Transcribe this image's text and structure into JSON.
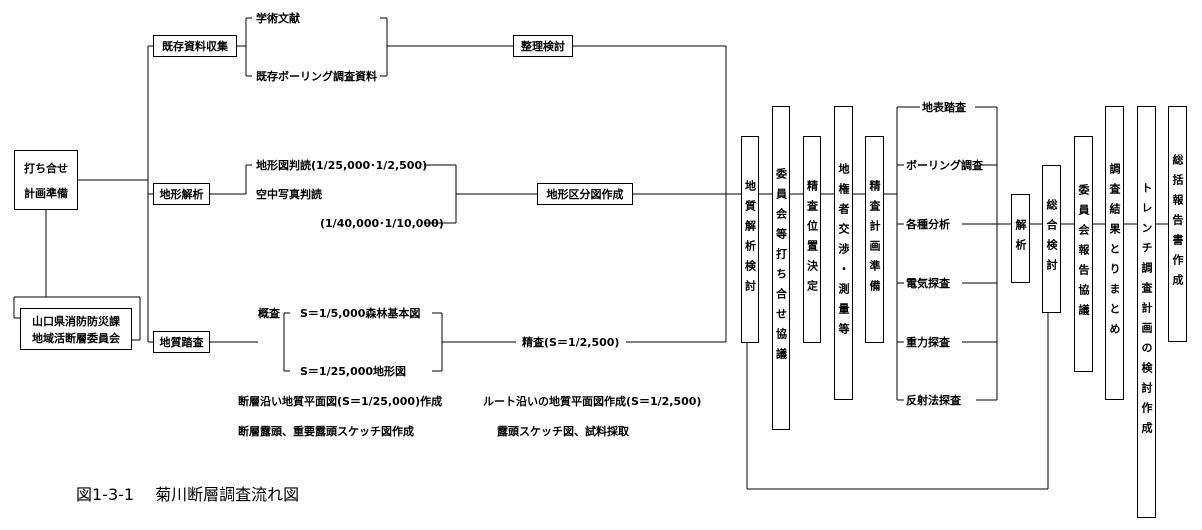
{
  "left": {
    "uchiawase": [
      "打ち合せ",
      "計画準備"
    ],
    "committee": [
      "山口県消防防災課",
      "地域活断層委員会"
    ]
  },
  "branches": {
    "kizon": "既存資料収集",
    "chikei": "地形解析",
    "chishitsu": "地質踏査"
  },
  "kizon_items": [
    "学術文献",
    "既存ボーリング調査資料"
  ],
  "seiri": "整理検討",
  "chikei_items": {
    "map": "地形図判読(1/25,000･1/2,500)",
    "photo": "空中写真判読",
    "photo_scale": "(1/40,000･1/10,000)"
  },
  "chikei_box": "地形区分図作成",
  "chishitsu_items": {
    "gaisa": "概査",
    "gaisa_1": "S＝1/5,000森林基本図",
    "gaisa_2": "S＝1/25,000地形図",
    "seisa": "精査(S＝1/2,500)",
    "note_left_1": "断層沿い地質平面図(S＝1/25,000)作成",
    "note_left_2": "断層露頭、重要露頭スケッチ図作成",
    "note_right_1": "ルート沿いの地質平面図作成(S＝1/2,500)",
    "note_right_2": "露頭スケッチ図、試料採取"
  },
  "vertical_steps": {
    "chishitsu_kaiseki": "地質解析検討",
    "iinkai1": "委員会等打ち合せ協議",
    "seisa_ichi": "精査位置決定",
    "chikensha": "地権者交渉・測量等",
    "seisa_keikaku": "精査計画準備",
    "kaiseki": "解析",
    "sougou": "総合検討",
    "iinkai2": "委員会報告協議",
    "chousa_kekka": "調査結果とりまとめ",
    "trench": "トレンチ調査計画の検討作成",
    "soukatsu": "総括報告書作成"
  },
  "survey_items": [
    "地表踏査",
    "ボーリング調査",
    "各種分析",
    "電気探査",
    "重力探査",
    "反射法探査"
  ],
  "caption": "図1-3-1　 菊川断層調査流れ図"
}
